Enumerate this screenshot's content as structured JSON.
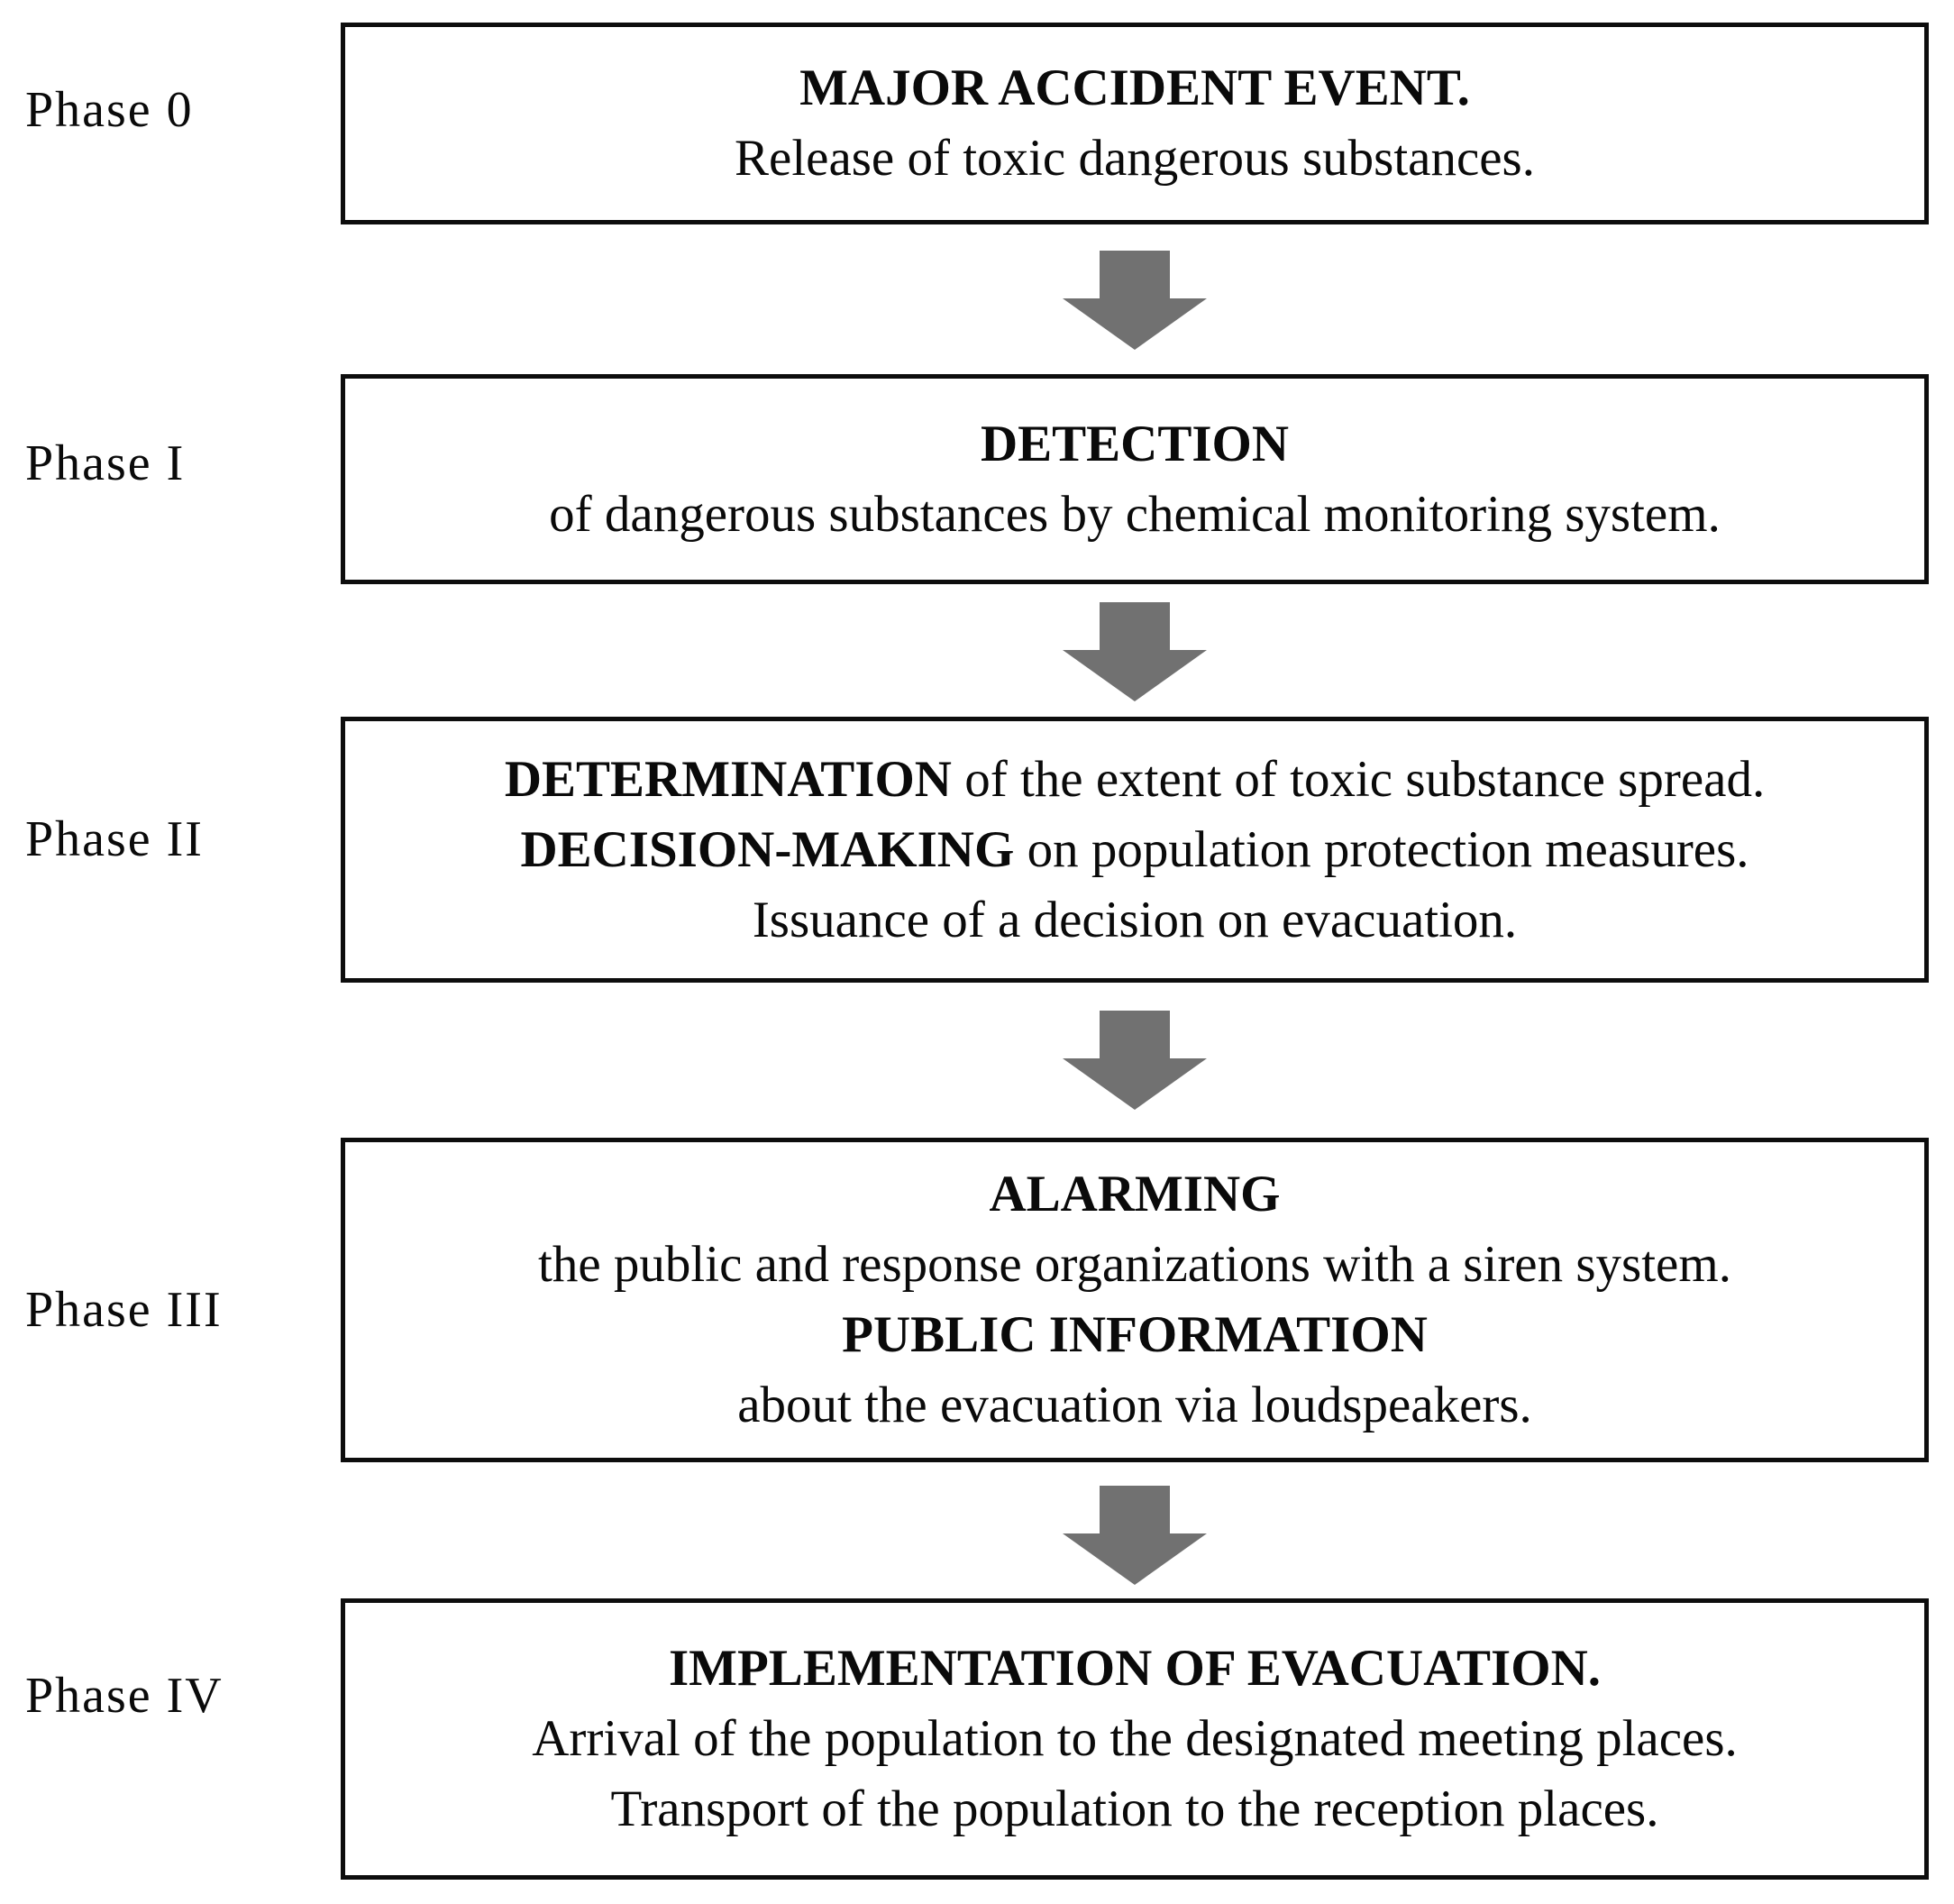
{
  "diagram": {
    "title_semantic": "evacuation-phases-flowchart",
    "colors": {
      "background": "#ffffff",
      "box_border": "#0d0d0d",
      "text": "#0a0a0a",
      "arrow": "#717171"
    },
    "phases": [
      {
        "label": "Phase 0",
        "lines": [
          {
            "bold": "MAJOR ACCIDENT EVENT.",
            "regular": ""
          },
          {
            "bold": "",
            "regular": "Release of toxic dangerous substances."
          }
        ]
      },
      {
        "label": "Phase I",
        "lines": [
          {
            "bold": "DETECTION",
            "regular": ""
          },
          {
            "bold": "",
            "regular": "of dangerous substances by chemical monitoring system."
          }
        ]
      },
      {
        "label": "Phase II",
        "lines": [
          {
            "bold": "DETERMINATION",
            "regular": " of the extent of toxic substance spread."
          },
          {
            "bold": "DECISION-MAKING",
            "regular": " on population protection measures."
          },
          {
            "bold": "",
            "regular": "Issuance of a decision on evacuation."
          }
        ]
      },
      {
        "label": "Phase III",
        "lines": [
          {
            "bold": "ALARMING",
            "regular": ""
          },
          {
            "bold": "",
            "regular": "the public and response organizations with a siren system."
          },
          {
            "bold": "PUBLIC INFORMATION",
            "regular": ""
          },
          {
            "bold": "",
            "regular": "about the evacuation via loudspeakers."
          }
        ]
      },
      {
        "label": "Phase IV",
        "lines": [
          {
            "bold": "IMPLEMENTATION OF EVACUATION.",
            "regular": ""
          },
          {
            "bold": "",
            "regular": "Arrival of the population to the designated meeting places."
          },
          {
            "bold": "",
            "regular": "Transport of the population to the reception places."
          }
        ]
      }
    ],
    "arrow_icon": "down-arrow-icon",
    "arrow_count": 4
  }
}
